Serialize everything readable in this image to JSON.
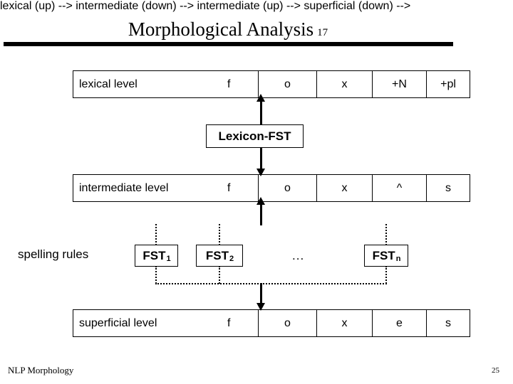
{
  "slide": {
    "title": "Morphological Analysis",
    "title_number": "17",
    "footer_left": "NLP  Morphology",
    "page_number": "25"
  },
  "diagram": {
    "rows": [
      {
        "name": "lexical-level",
        "label": "lexical level",
        "cells": [
          "f",
          "o",
          "x",
          "+N",
          "+pl"
        ]
      },
      {
        "name": "intermediate-level",
        "label": "intermediate level",
        "cells": [
          "f",
          "o",
          "x",
          "^",
          "s"
        ]
      },
      {
        "name": "superficial-level",
        "label": "superficial level",
        "cells": [
          "f",
          "o",
          "x",
          "e",
          "s"
        ]
      }
    ],
    "lexicon_fst": {
      "label": "Lexicon-FST"
    },
    "spelling_rules": {
      "label": "spelling rules",
      "ellipsis": "...",
      "boxes": [
        {
          "base": "FST",
          "sub": "1"
        },
        {
          "base": "FST",
          "sub": "2"
        },
        {
          "base": "FST",
          "sub": "n"
        }
      ]
    }
  },
  "colors": {
    "ink": "#000000",
    "paper": "#ffffff"
  }
}
